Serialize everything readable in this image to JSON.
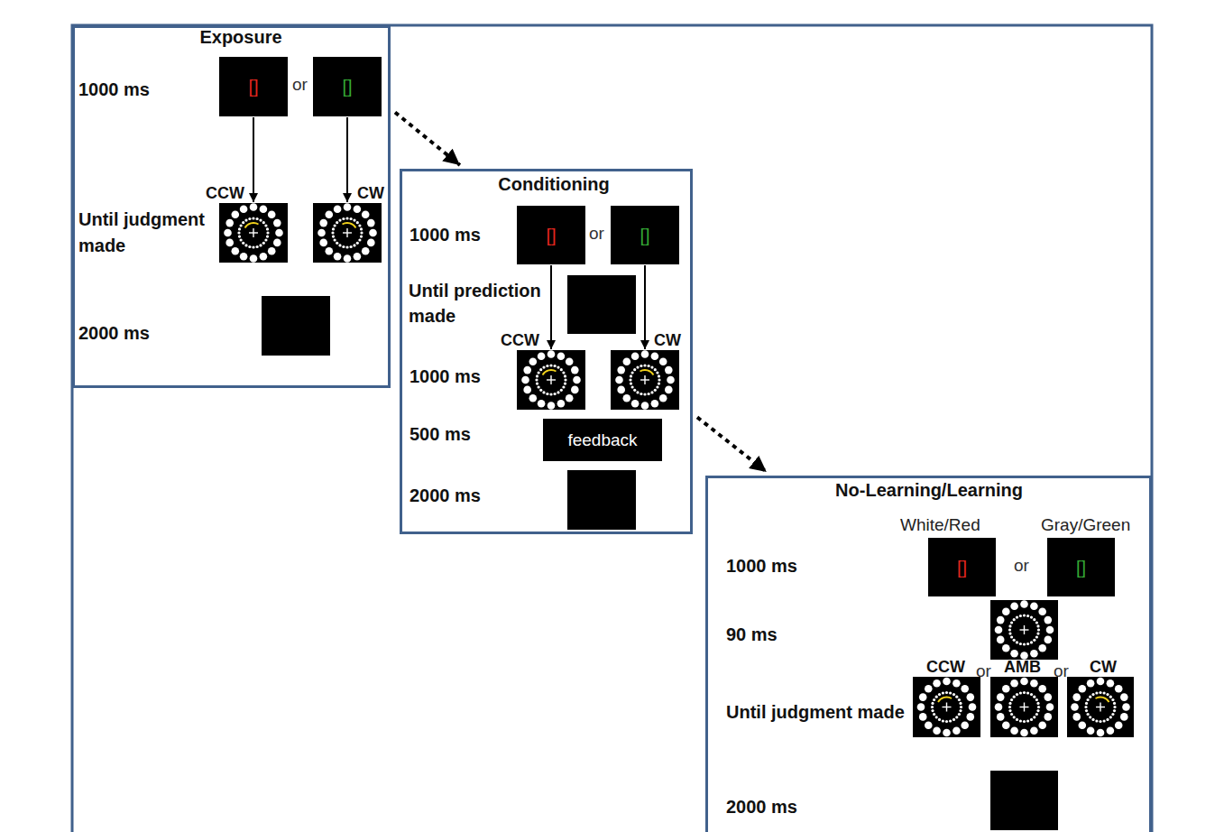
{
  "diagram": {
    "nodes": [
      {
        "text": [
          "Exposure",
          "1000 ms",
          "Until judgment made",
          "2000 ms"
        ]
      },
      {
        "text": [
          "[]"
        ],
        "in": 0
      },
      {
        "text": [
          "[]"
        ],
        "in": 0
      },
      {
        "text": [
          "CCW"
        ],
        "in": 0
      },
      {
        "text": [
          "CW"
        ],
        "in": 0
      },
      {
        "text": [
          "Conditioning",
          "1000 ms",
          "Until prediction made",
          "1000 ms",
          "500 ms",
          "2000 ms"
        ]
      },
      {
        "text": [
          "[]"
        ],
        "in": 5
      },
      {
        "text": [
          "[]"
        ],
        "in": 5
      },
      {
        "text": [
          "CCW"
        ],
        "in": 5
      },
      {
        "text": [
          "CW"
        ],
        "in": 5
      },
      {
        "text": [
          "feedback"
        ],
        "in": 5
      },
      {
        "text": [
          "No-Learning/Learning",
          "1000 ms",
          "90 ms",
          "Until judgment made",
          "2000 ms"
        ]
      },
      {
        "text": [
          "White/Red",
          "[]"
        ],
        "in": 11
      },
      {
        "text": [
          "Gray/Green",
          "[]"
        ],
        "in": 11
      },
      {
        "text": [
          "CCW"
        ],
        "in": 11
      },
      {
        "text": [
          "AMB"
        ],
        "in": 11
      },
      {
        "text": [
          "CW"
        ],
        "in": 11
      }
    ],
    "edges": [
      {
        "from": 0,
        "to": 5,
        "arrow": "to"
      },
      {
        "from": 1,
        "to": 3,
        "arrow": "to"
      },
      {
        "from": 2,
        "to": 4,
        "arrow": "to"
      },
      {
        "from": 6,
        "to": 8,
        "arrow": "to"
      },
      {
        "from": 7,
        "to": 9,
        "arrow": "to"
      },
      {
        "from": 5,
        "to": 11,
        "arrow": "to"
      }
    ],
    "labels": [
      "or",
      "or",
      "or",
      "or",
      "or"
    ]
  }
}
